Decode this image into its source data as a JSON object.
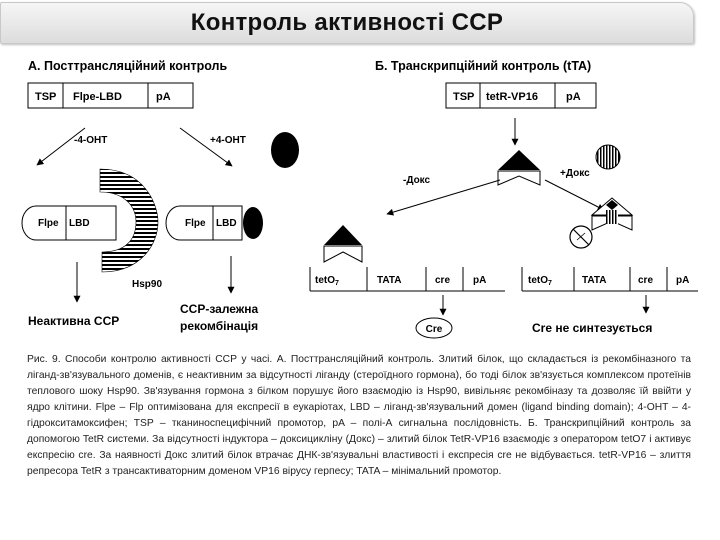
{
  "page": {
    "title": "Контроль активності ССР"
  },
  "panel_a": {
    "heading": "А. Посттрансляційний контроль",
    "construct": [
      "TSP",
      "Flpe-LBD",
      "pA"
    ],
    "minus_label": "-4-OHT",
    "plus_label": "+4-OHT",
    "hsp90_label": "Hsp90",
    "flpe_label": "Flpe",
    "lbd_label": "LBD",
    "outcome_inactive": "Неактивна ССР",
    "outcome_active_line1": "ССР-залежна",
    "outcome_active_line2": "рекомбінація"
  },
  "panel_b": {
    "heading": "Б. Транскрипційний контроль (tTA)",
    "construct": [
      "TSP",
      "tetR-VP16",
      "pA"
    ],
    "minus_label": "-Докс",
    "plus_label": "+Докс",
    "reporter": [
      "tetO",
      "TATA",
      "cre",
      "pA"
    ],
    "subscript": "7",
    "outcome_expressed": "Cre",
    "outcome_not": "Cre не синтезується"
  },
  "caption": "Рис. 9. Способи контролю активності ССР у часі. А. Посттрансляційний контроль. Злитий білок, що складається із рекомбіназного та ліганд-зв'язувального доменів, є неактивним за відсутності ліганду (стероїдного гормона), бо тоді білок зв'язується комплексом протеїнів теплового шоку Hsp90. Зв'язування гормона з білком порушує його взаємодію із Hsp90, вивільняє рекомбіназу та дозволяє їй ввійти у ядро клітини. Flpe – Flp оптимізована для експресії в еукаріотах, LBD – ліганд-зв'язувальний домен (ligand binding domain); 4-OHT – 4-гідрокситамоксифен; TSP – тканиноспецифічний промотор, pA – полі-А сигнальна послідовність. Б. Транскрипційний контроль за допомогою TetR системи. За відсутності індуктора – доксицикліну (Докс) – злитий білок TetR-VP16 взаємодіє з оператором tetO7 і активує експресію cre. За наявності Докс злитий білок втрачає ДНК-зв'язувальні властивості і експресія cre не відбувається. tetR-VP16 – злиття репресора TetR з трансактиваторним доменом VP16 вірусу герпесу; TATA – мінімальний промотор."
}
